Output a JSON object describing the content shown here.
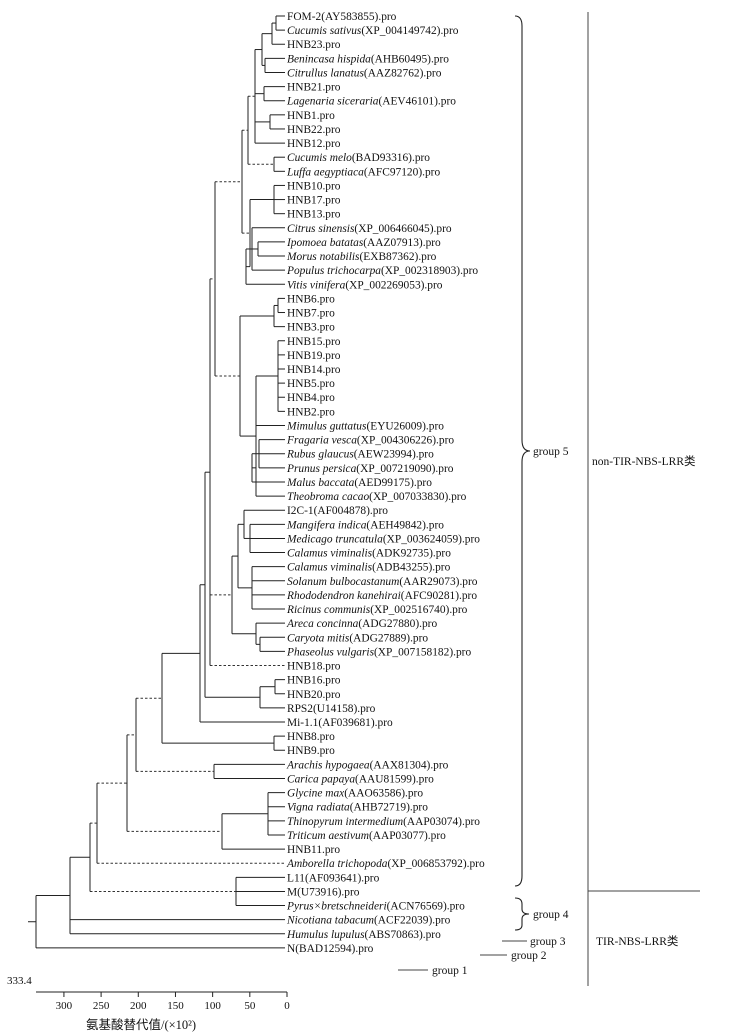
{
  "root_value_label": "333.4",
  "axis": {
    "label": "氨基酸替代值/(×10²)",
    "ticks": [
      "300",
      "250",
      "200",
      "150",
      "100",
      "50",
      "0"
    ]
  },
  "leaves": [
    {
      "name": "FOM-2",
      "it": false,
      "acc": "(AY583855).pro"
    },
    {
      "name": "Cucumis sativus",
      "it": true,
      "acc": "(XP_004149742).pro"
    },
    {
      "name": "HNB23.pro",
      "it": false,
      "acc": ""
    },
    {
      "name": "Benincasa hispida",
      "it": true,
      "acc": "(AHB60495).pro"
    },
    {
      "name": "Citrullus lanatus",
      "it": true,
      "acc": "(AAZ82762).pro"
    },
    {
      "name": "HNB21.pro",
      "it": false,
      "acc": ""
    },
    {
      "name": "Lagenaria siceraria",
      "it": true,
      "acc": "(AEV46101).pro"
    },
    {
      "name": "HNB1.pro",
      "it": false,
      "acc": ""
    },
    {
      "name": "HNB22.pro",
      "it": false,
      "acc": ""
    },
    {
      "name": "HNB12.pro",
      "it": false,
      "acc": ""
    },
    {
      "name": "Cucumis melo",
      "it": true,
      "acc": "(BAD93316).pro"
    },
    {
      "name": "Luffa aegyptiaca",
      "it": true,
      "acc": "(AFC97120).pro"
    },
    {
      "name": "HNB10.pro",
      "it": false,
      "acc": ""
    },
    {
      "name": "HNB17.pro",
      "it": false,
      "acc": ""
    },
    {
      "name": "HNB13.pro",
      "it": false,
      "acc": ""
    },
    {
      "name": "Citrus sinensis",
      "it": true,
      "acc": "(XP_006466045).pro"
    },
    {
      "name": "Ipomoea batatas",
      "it": true,
      "acc": "(AAZ07913).pro"
    },
    {
      "name": "Morus notabilis",
      "it": true,
      "acc": "(EXB87362).pro"
    },
    {
      "name": "Populus trichocarpa",
      "it": true,
      "acc": "(XP_002318903).pro"
    },
    {
      "name": "Vitis vinifera",
      "it": true,
      "acc": "(XP_002269053).pro"
    },
    {
      "name": "HNB6.pro",
      "it": false,
      "acc": ""
    },
    {
      "name": "HNB7.pro",
      "it": false,
      "acc": ""
    },
    {
      "name": "HNB3.pro",
      "it": false,
      "acc": ""
    },
    {
      "name": "HNB15.pro",
      "it": false,
      "acc": ""
    },
    {
      "name": "HNB19.pro",
      "it": false,
      "acc": ""
    },
    {
      "name": "HNB14.pro",
      "it": false,
      "acc": ""
    },
    {
      "name": "HNB5.pro",
      "it": false,
      "acc": ""
    },
    {
      "name": "HNB4.pro",
      "it": false,
      "acc": ""
    },
    {
      "name": "HNB2.pro",
      "it": false,
      "acc": ""
    },
    {
      "name": "Mimulus guttatus",
      "it": true,
      "acc": "(EYU26009).pro"
    },
    {
      "name": "Fragaria vesca",
      "it": true,
      "acc": "(XP_004306226).pro"
    },
    {
      "name": "Rubus glaucus",
      "it": true,
      "acc": "(AEW23994).pro"
    },
    {
      "name": "Prunus persica",
      "it": true,
      "acc": "(XP_007219090).pro"
    },
    {
      "name": "Malus baccata",
      "it": true,
      "acc": "(AED99175).pro"
    },
    {
      "name": "Theobroma cacao",
      "it": true,
      "acc": "(XP_007033830).pro"
    },
    {
      "name": "I2C-1",
      "it": false,
      "acc": "(AF004878).pro"
    },
    {
      "name": "Mangifera indica",
      "it": true,
      "acc": "(AEH49842).pro"
    },
    {
      "name": "Medicago truncatula",
      "it": true,
      "acc": "(XP_003624059).pro"
    },
    {
      "name": "Calamus viminalis",
      "it": true,
      "acc": "(ADK92735).pro"
    },
    {
      "name": "Calamus viminalis",
      "it": true,
      "acc": "(ADB43255).pro"
    },
    {
      "name": "Solanum bulbocastanum",
      "it": true,
      "acc": "(AAR29073).pro"
    },
    {
      "name": "Rhododendron kanehirai",
      "it": true,
      "acc": "(AFC90281).pro"
    },
    {
      "name": "Ricinus communis",
      "it": true,
      "acc": "(XP_002516740).pro"
    },
    {
      "name": "Areca concinna",
      "it": true,
      "acc": "(ADG27880).pro"
    },
    {
      "name": "Caryota mitis",
      "it": true,
      "acc": "(ADG27889).pro"
    },
    {
      "name": "Phaseolus vulgaris",
      "it": true,
      "acc": "(XP_007158182).pro"
    },
    {
      "name": "HNB18.pro",
      "it": false,
      "acc": ""
    },
    {
      "name": "HNB16.pro",
      "it": false,
      "acc": ""
    },
    {
      "name": "HNB20.pro",
      "it": false,
      "acc": ""
    },
    {
      "name": "RPS2",
      "it": false,
      "acc": "(U14158).pro"
    },
    {
      "name": "Mi-1.1",
      "it": false,
      "acc": "(AF039681).pro"
    },
    {
      "name": "HNB8.pro",
      "it": false,
      "acc": ""
    },
    {
      "name": "HNB9.pro",
      "it": false,
      "acc": ""
    },
    {
      "name": "Arachis hypogaea",
      "it": true,
      "acc": "(AAX81304).pro"
    },
    {
      "name": "Carica papaya",
      "it": true,
      "acc": "(AAU81599).pro"
    },
    {
      "name": "Glycine max",
      "it": true,
      "acc": "(AAO63586).pro"
    },
    {
      "name": "Vigna radiata",
      "it": true,
      "acc": "(AHB72719).pro"
    },
    {
      "name": "Thinopyrum intermedium",
      "it": true,
      "acc": "(AAP03074).pro"
    },
    {
      "name": "Triticum aestivum",
      "it": true,
      "acc": "(AAP03077).pro"
    },
    {
      "name": "HNB11.pro",
      "it": false,
      "acc": ""
    },
    {
      "name": "Amborella trichopoda",
      "it": true,
      "acc": "(XP_006853792).pro"
    },
    {
      "name": "L11",
      "it": false,
      "acc": "(AF093641).pro"
    },
    {
      "name": "M",
      "it": false,
      "acc": "(U73916).pro"
    },
    {
      "name": "Pyrus×bretschneideri",
      "it": true,
      "acc": "(ACN76569).pro"
    },
    {
      "name": "Nicotiana tabacum",
      "it": true,
      "acc": "(ACF22039).pro"
    },
    {
      "name": "Humulus lupulus",
      "it": true,
      "acc": "(ABS70863).pro"
    },
    {
      "name": "N",
      "it": false,
      "acc": "(BAD12594).pro"
    }
  ],
  "groups": {
    "group5": "group 5",
    "group4": "group 4",
    "group3": "group 3",
    "group2": "group 2",
    "group1": "group 1"
  },
  "classes": {
    "non_tir": "non-TIR-NBS-LRR类",
    "tir": "TIR-NBS-LRR类"
  }
}
